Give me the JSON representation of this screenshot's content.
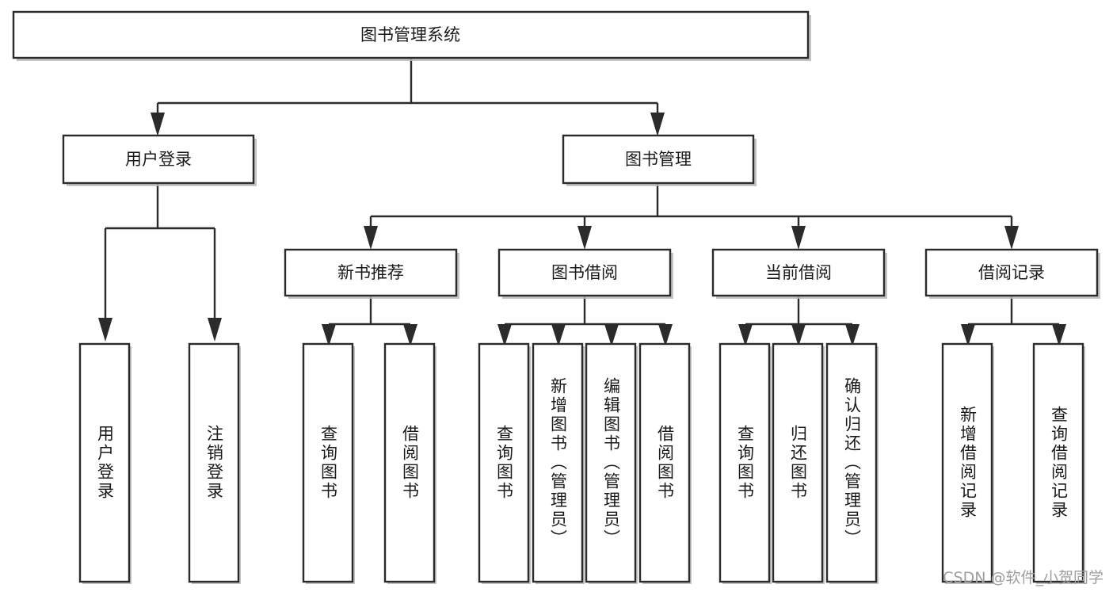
{
  "diagram": {
    "title": "图书管理系统",
    "type": "tree-hierarchy",
    "watermark": "CSDN @软件_小贺同学",
    "colors": {
      "box_border": "#2b2b2b",
      "box_fill": "#ffffff",
      "connector": "#2b2b2b",
      "shadow": "#b9b9b9",
      "text": "#1a1a1a",
      "watermark": "#9e9e9e"
    },
    "root": {
      "label": "图书管理系统"
    },
    "level2": [
      {
        "label": "用户登录"
      },
      {
        "label": "图书管理"
      }
    ],
    "level3": [
      {
        "label": "新书推荐"
      },
      {
        "label": "图书借阅"
      },
      {
        "label": "当前借阅"
      },
      {
        "label": "借阅记录"
      }
    ],
    "leaves": {
      "user_login": [
        {
          "label": "用户登录"
        },
        {
          "label": "注销登录"
        }
      ],
      "new_book_recommend": [
        {
          "label": "查询图书"
        },
        {
          "label": "借阅图书"
        }
      ],
      "book_borrow": [
        {
          "label": "查询图书"
        },
        {
          "label": "新增图书（管理员）"
        },
        {
          "label": "编辑图书（管理员）"
        },
        {
          "label": "借阅图书"
        }
      ],
      "current_borrow": [
        {
          "label": "查询图书"
        },
        {
          "label": "归还图书"
        },
        {
          "label": "确认归还（管理员）"
        }
      ],
      "borrow_record": [
        {
          "label": "新增借阅记录"
        },
        {
          "label": "查询借阅记录"
        }
      ]
    }
  }
}
